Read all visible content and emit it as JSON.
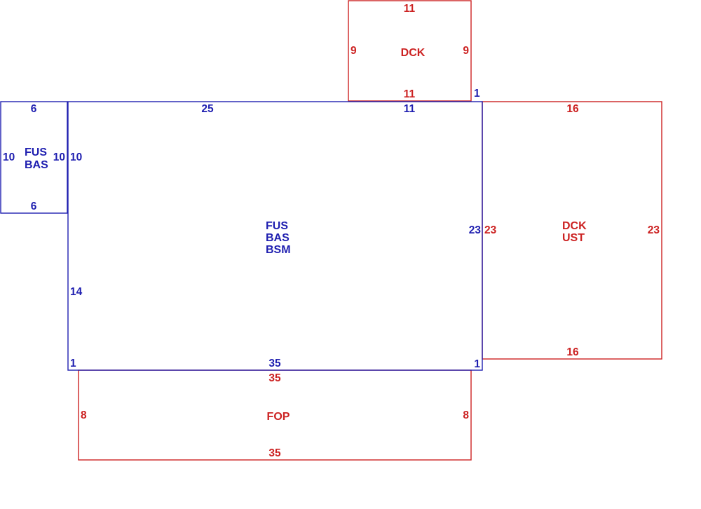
{
  "colors": {
    "living": "#1f1fb0",
    "exterior": "#cc2222"
  },
  "areas": {
    "main": {
      "codes": [
        "FUS",
        "BAS",
        "BSM"
      ],
      "dims": {
        "top_left": "25",
        "top_right": "11",
        "right": "23",
        "left": "14",
        "bottom": "35",
        "corner_right_top": "1",
        "corner_left_bottom": "1",
        "corner_right_bottom": "1"
      }
    },
    "west_wing": {
      "codes": [
        "FUS",
        "BAS"
      ],
      "dims": {
        "top": "6",
        "bottom": "6",
        "left": "10",
        "right_inner": "10",
        "right_outer": "10"
      }
    },
    "north_deck": {
      "codes": [
        "DCK"
      ],
      "dims": {
        "top": "11",
        "bottom": "11",
        "left": "9",
        "right": "9"
      }
    },
    "east_deck": {
      "codes": [
        "DCK",
        "UST"
      ],
      "dims": {
        "top": "16",
        "bottom": "16",
        "left": "23",
        "right": "23"
      }
    },
    "south_porch": {
      "codes": [
        "FOP"
      ],
      "dims": {
        "top": "35",
        "bottom": "35",
        "left": "8",
        "right": "8"
      }
    }
  }
}
